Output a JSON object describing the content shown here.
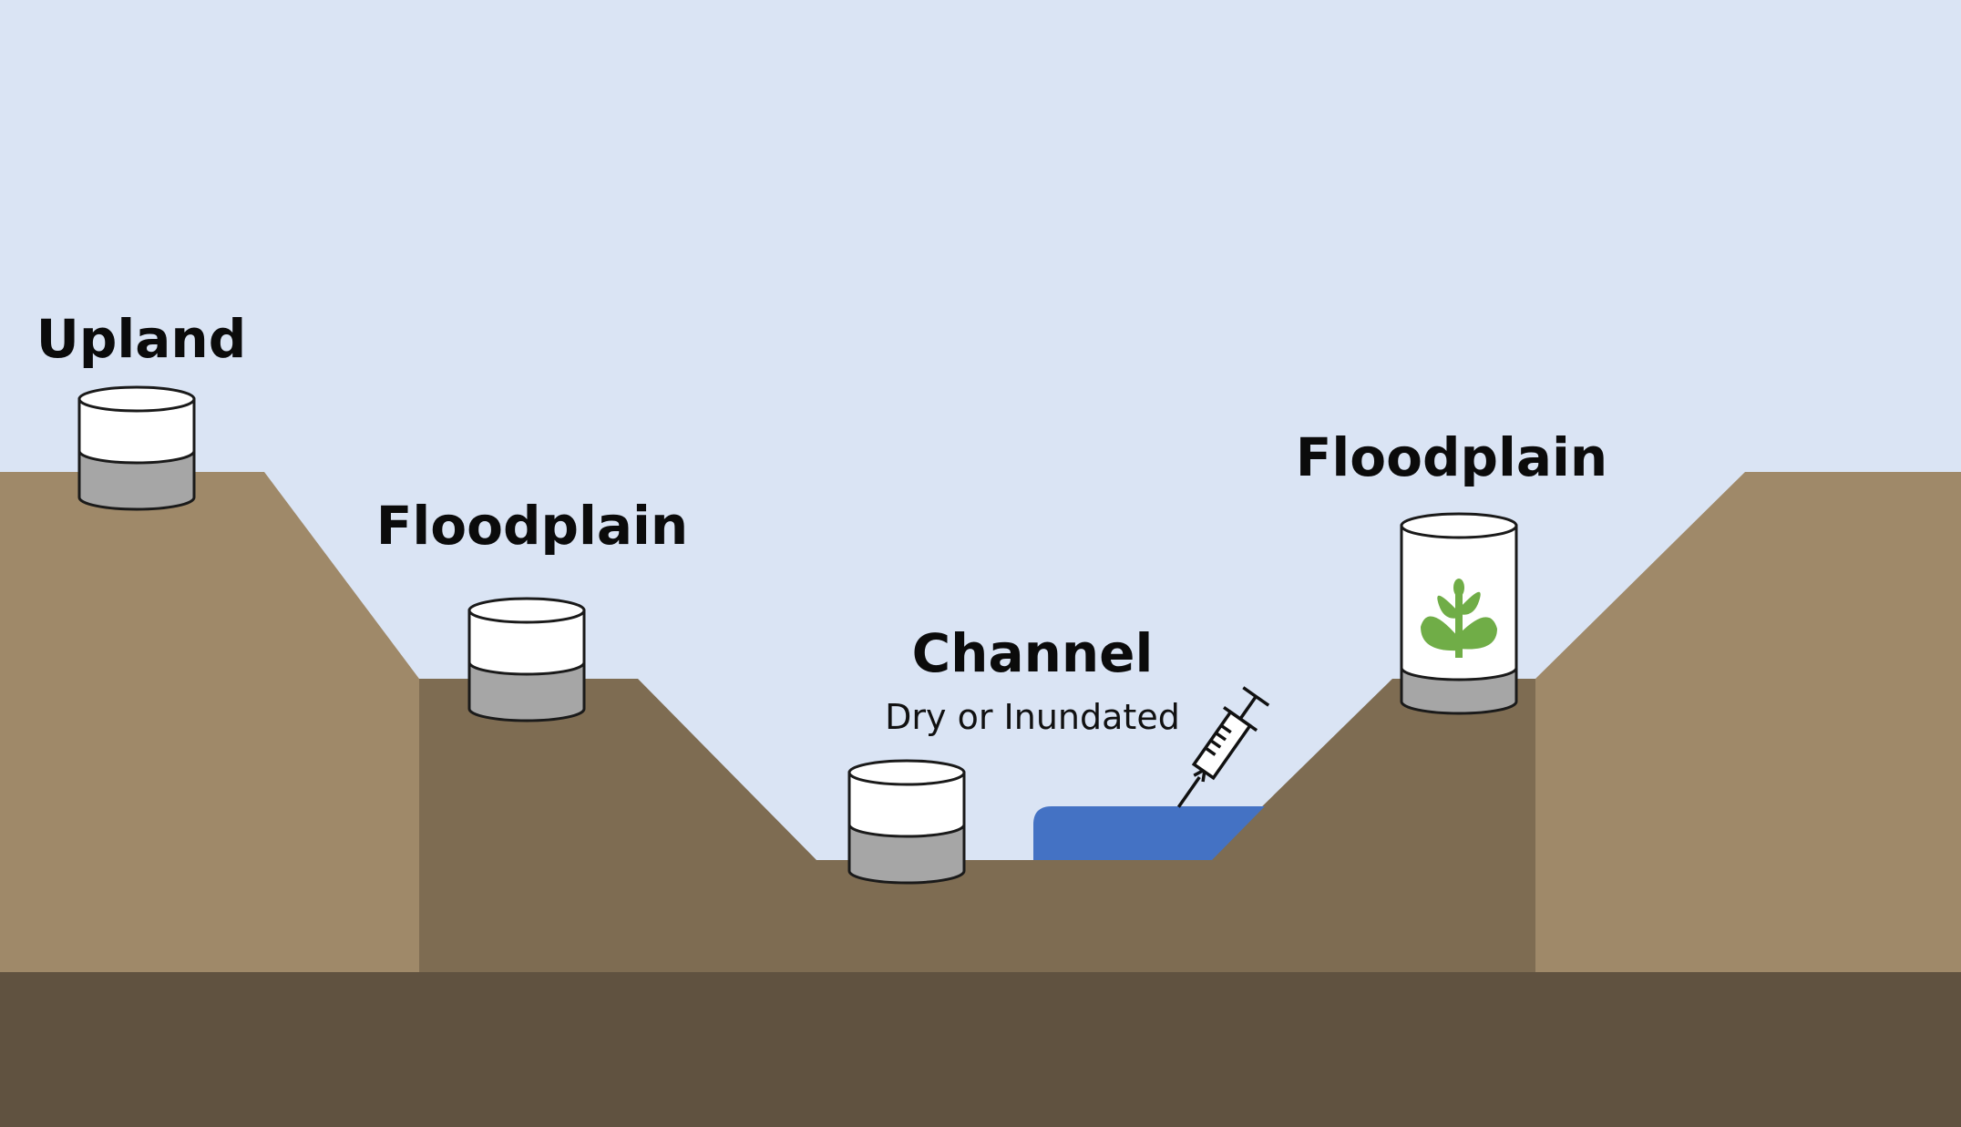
{
  "labels": {
    "upland": "Upland",
    "floodplain_left": "Floodplain",
    "channel": "Channel",
    "channel_condition": "Dry or Inundated",
    "floodplain_right": "Floodplain"
  },
  "colors": {
    "sky": "#dae4f4",
    "upland_soil": "#9f8969",
    "lowland_soil": "#7e6c52",
    "bedrock": "#605240",
    "water": "#4472c4",
    "plant": "#70ad47",
    "chamber_fill": "#a6a6a6",
    "chamber_glass": "#ffffff",
    "outline": "#1a1a1a"
  },
  "icons": {
    "sample_chamber": "cylinder-chamber-icon",
    "vegetated_chamber": "plant-chamber-icon",
    "water_sampler": "syringe-icon"
  }
}
